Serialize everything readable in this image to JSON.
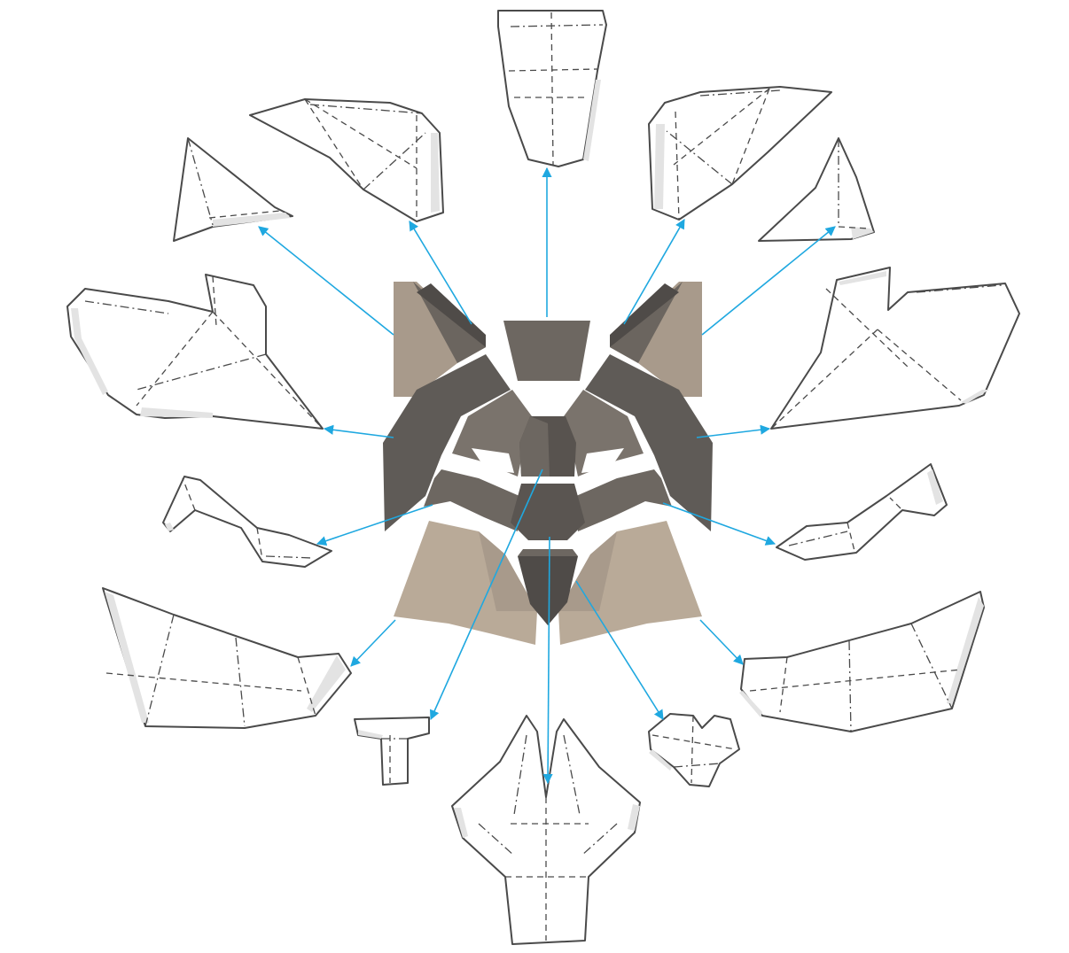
{
  "diagram": {
    "kind": "papercraft-exploded-view",
    "subject_icon": "wolf-head-icon",
    "colors": {
      "background": "#ffffff",
      "template_outline": "#4a4a4a",
      "glue_tab": "#e3e3e3",
      "arrow": "#1fa8e0",
      "face_dark": "#5f5b57",
      "face_mid": "#7a736c",
      "face_light": "#a89a8b",
      "face_tan": "#b9aa98"
    },
    "pieces": [
      "forehead-piece",
      "left-brow-piece",
      "right-brow-piece",
      "left-ear-piece",
      "right-ear-piece",
      "left-side-piece",
      "right-side-piece",
      "left-cheek-piece",
      "right-cheek-piece",
      "left-jaw-piece",
      "right-jaw-piece",
      "nose-bridge-piece",
      "muzzle-piece",
      "chin-piece"
    ]
  }
}
